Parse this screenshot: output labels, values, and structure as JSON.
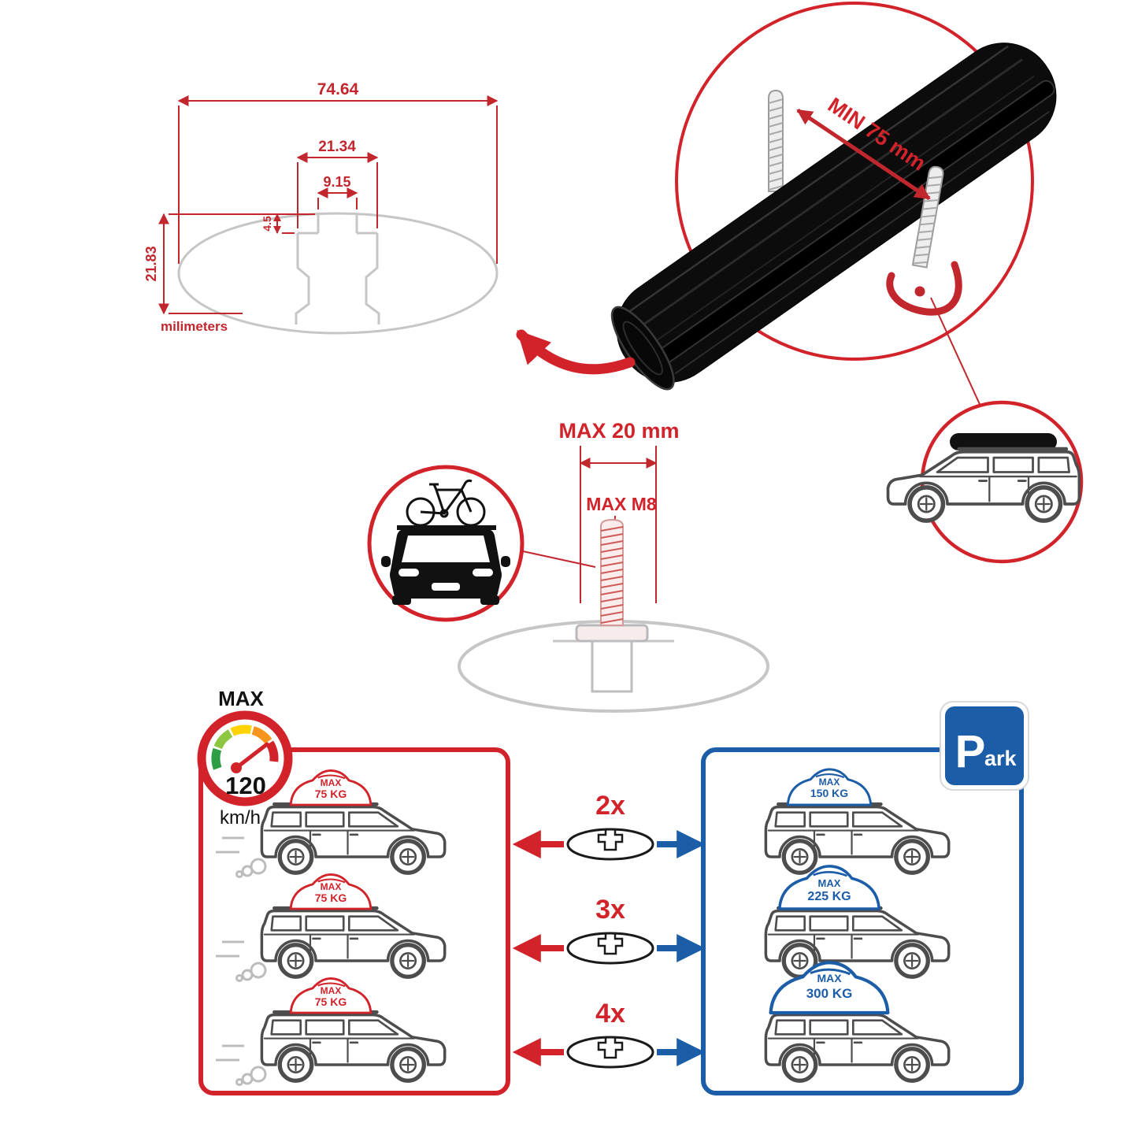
{
  "colors": {
    "red": "#d2232a",
    "dim_red": "#c1272d",
    "blue": "#1c5da8",
    "gray": "#c6c6c6",
    "ink": "#111111"
  },
  "dim_diagram": {
    "total_width": "74.64",
    "inner_width": "21.34",
    "slot_width": "9.15",
    "lip_height": "4.5",
    "total_height": "21.83",
    "unit_label": "milimeters"
  },
  "crossbar": {
    "min_clamp_label": "MIN 75 mm"
  },
  "bolt": {
    "max_width_label": "MAX 20 mm",
    "max_thread_label": "MAX M8"
  },
  "speedometer": {
    "label": "MAX",
    "value": "120",
    "unit": "km/h"
  },
  "driving_panel": {
    "pods": [
      {
        "max": "MAX",
        "load": "75 KG"
      },
      {
        "max": "MAX",
        "load": "75 KG"
      },
      {
        "max": "MAX",
        "load": "75 KG"
      }
    ]
  },
  "parked_panel": {
    "sign_big": "P",
    "sign_small": "ark",
    "pods": [
      {
        "max": "MAX",
        "load": "150 KG"
      },
      {
        "max": "MAX",
        "load": "225 KG"
      },
      {
        "max": "MAX",
        "load": "300 KG"
      }
    ]
  },
  "multipliers": [
    "2x",
    "3x",
    "4x"
  ]
}
